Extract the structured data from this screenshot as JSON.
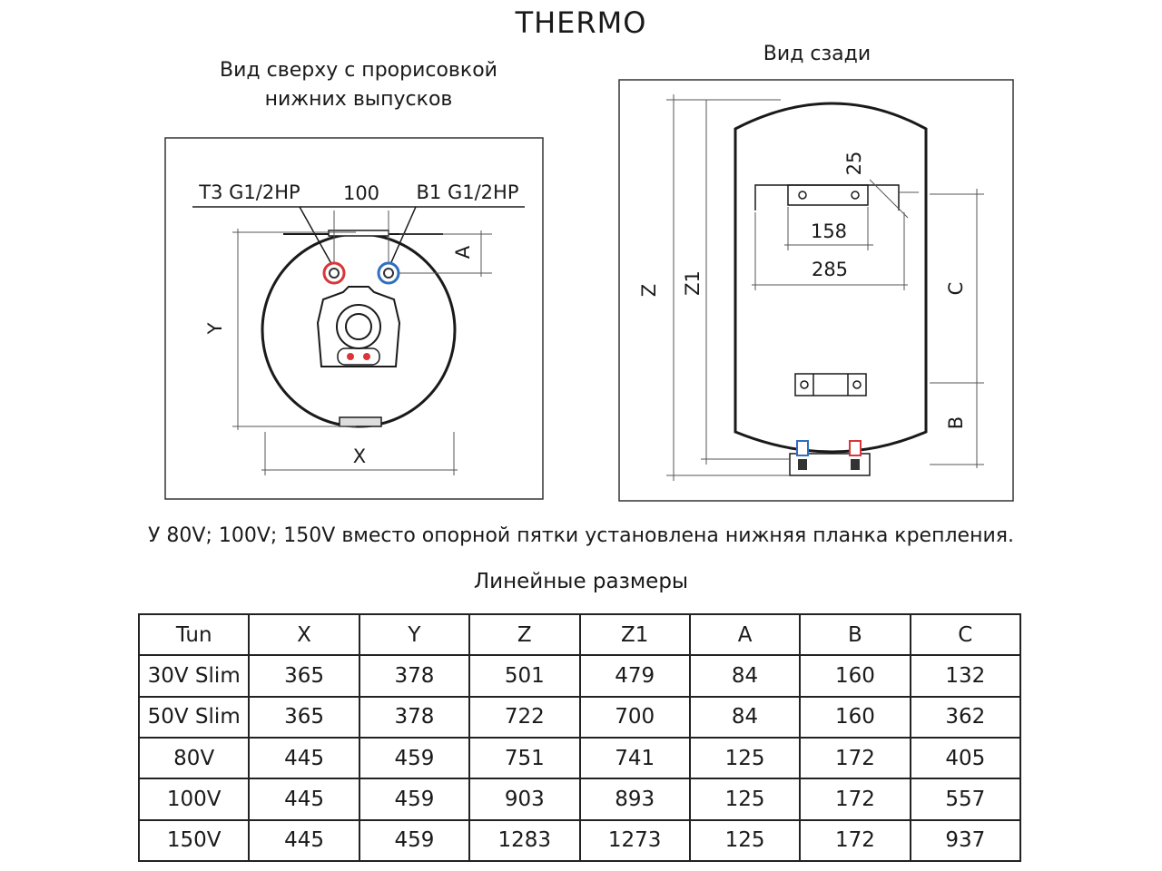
{
  "title": "THERMO",
  "top_view": {
    "caption_line1": "Вид сверху с прорисовкой",
    "caption_line2": "нижних выпусков",
    "label_hot": "T3 G1/2HP",
    "label_cold": "B1 G1/2HP",
    "dim_spacing": "100",
    "dim_a": "A",
    "dim_y": "Y",
    "dim_x": "X"
  },
  "back_view": {
    "caption": "Вид сзади",
    "dim_25": "25",
    "dim_158": "158",
    "dim_285": "285",
    "dim_z": "Z",
    "dim_z1": "Z1",
    "dim_c": "C",
    "dim_b": "B"
  },
  "note": "У 80V; 100V; 150V вместо опорной пятки установлена нижняя планка крепления.",
  "table_caption": "Линейные размеры",
  "table": {
    "headers": [
      "Tun",
      "X",
      "Y",
      "Z",
      "Z1",
      "A",
      "B",
      "C"
    ],
    "rows": [
      [
        "30V Slim",
        "365",
        "378",
        "501",
        "479",
        "84",
        "160",
        "132"
      ],
      [
        "50V Slim",
        "365",
        "378",
        "722",
        "700",
        "84",
        "160",
        "362"
      ],
      [
        "80V",
        "445",
        "459",
        "751",
        "741",
        "125",
        "172",
        "405"
      ],
      [
        "100V",
        "445",
        "459",
        "903",
        "893",
        "125",
        "172",
        "557"
      ],
      [
        "150V",
        "445",
        "459",
        "1283",
        "1273",
        "125",
        "172",
        "937"
      ]
    ]
  },
  "colors": {
    "hot": "#d9353a",
    "cold": "#2f6fc0",
    "line": "#1a1a1a",
    "dim": "#555555"
  }
}
